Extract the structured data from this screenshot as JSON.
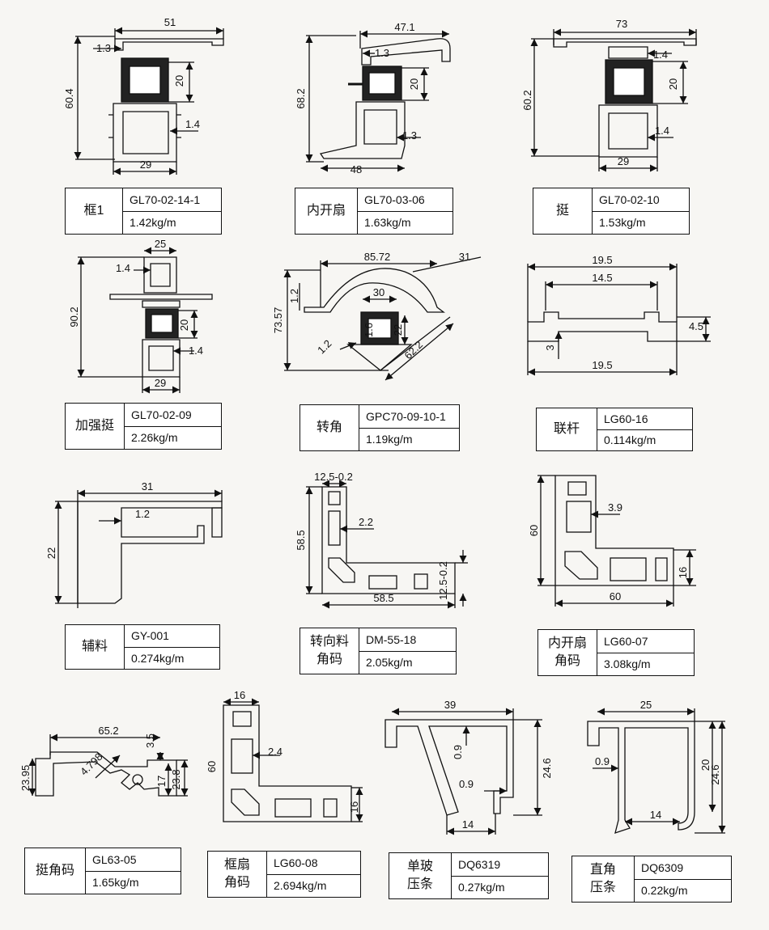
{
  "profiles": [
    {
      "name": "框1",
      "code": "GL70-02-14-1",
      "weight": "1.42kg/m",
      "dims": [
        "51",
        "1.3",
        "60.4",
        "20",
        "1.4",
        "29"
      ]
    },
    {
      "name": "内开扇",
      "code": "GL70-03-06",
      "weight": "1.63kg/m",
      "dims": [
        "47.1",
        "1.3",
        "68.2",
        "20",
        "1.3",
        "48"
      ]
    },
    {
      "name": "挺",
      "code": "GL70-02-10",
      "weight": "1.53kg/m",
      "dims": [
        "73",
        "1.4",
        "60.2",
        "20",
        "1.4",
        "29"
      ]
    },
    {
      "name": "加强挺",
      "code": "GL70-02-09",
      "weight": "2.26kg/m",
      "dims": [
        "25",
        "1.4",
        "90.2",
        "20",
        "1.4",
        "29"
      ]
    },
    {
      "name": "转角",
      "code": "GPC70-09-10-1",
      "weight": "1.19kg/m",
      "dims": [
        "85.72",
        "31",
        "1.2",
        "30",
        "73.57",
        "1.6",
        "22",
        "1.2",
        "62.2"
      ]
    },
    {
      "name": "联杆",
      "code": "LG60-16",
      "weight": "0.114kg/m",
      "dims": [
        "19.5",
        "14.5",
        "4.5",
        "3",
        "19.5"
      ]
    },
    {
      "name": "辅料",
      "code": "GY-001",
      "weight": "0.274kg/m",
      "dims": [
        "31",
        "1.2",
        "22"
      ]
    },
    {
      "name": "转向料\n角码",
      "code": "DM-55-18",
      "weight": "2.05kg/m",
      "dims": [
        "12.5-0.2",
        "2.2",
        "58.5",
        "12.5-0.2",
        "58.5"
      ]
    },
    {
      "name": "内开扇\n角码",
      "code": "LG60-07",
      "weight": "3.08kg/m",
      "dims": [
        "3.9",
        "60",
        "16",
        "60"
      ]
    },
    {
      "name": "挺角码",
      "code": "GL63-05",
      "weight": "1.65kg/m",
      "dims": [
        "65.2",
        "4.798",
        "3.5",
        "23.95",
        "17",
        "23.8"
      ]
    },
    {
      "name": "框扇\n角码",
      "code": "LG60-08",
      "weight": "2.694kg/m",
      "dims": [
        "16",
        "2.4",
        "60",
        "16"
      ]
    },
    {
      "name": "单玻\n压条",
      "code": "DQ6319",
      "weight": "0.27kg/m",
      "dims": [
        "39",
        "0.9",
        "24.6",
        "0.9",
        "14"
      ]
    },
    {
      "name": "直角\n压条",
      "code": "DQ6309",
      "weight": "0.22kg/m",
      "dims": [
        "25",
        "0.9",
        "20",
        "24.6",
        "14"
      ]
    }
  ]
}
